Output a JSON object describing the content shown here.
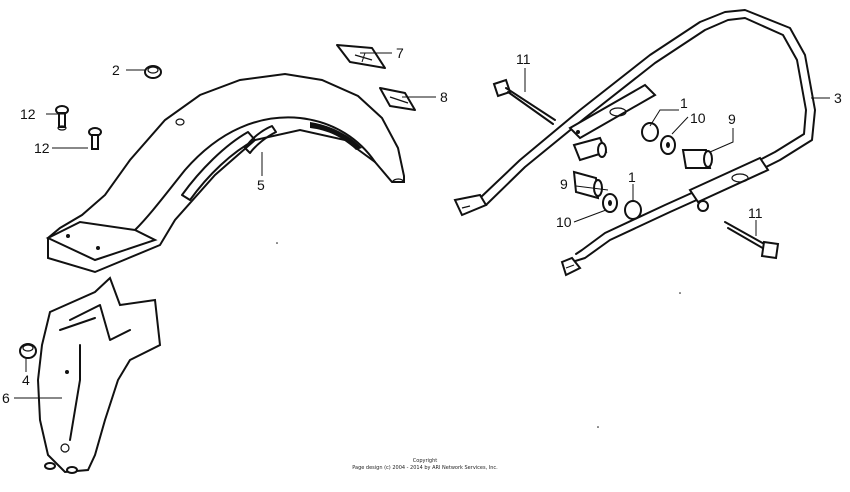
{
  "callouts": {
    "c1a": "1",
    "c1b": "1",
    "c2": "2",
    "c3": "3",
    "c4": "4",
    "c5": "5",
    "c6": "6",
    "c7": "7",
    "c8": "8",
    "c9a": "9",
    "c9b": "9",
    "c10a": "10",
    "c10b": "10",
    "c11a": "11",
    "c11b": "11",
    "c12a": "12",
    "c12b": "12"
  },
  "footer": {
    "line1": "Copyright",
    "line2": "Page design (c) 2004 - 2014 by ARI Network Services, Inc."
  }
}
